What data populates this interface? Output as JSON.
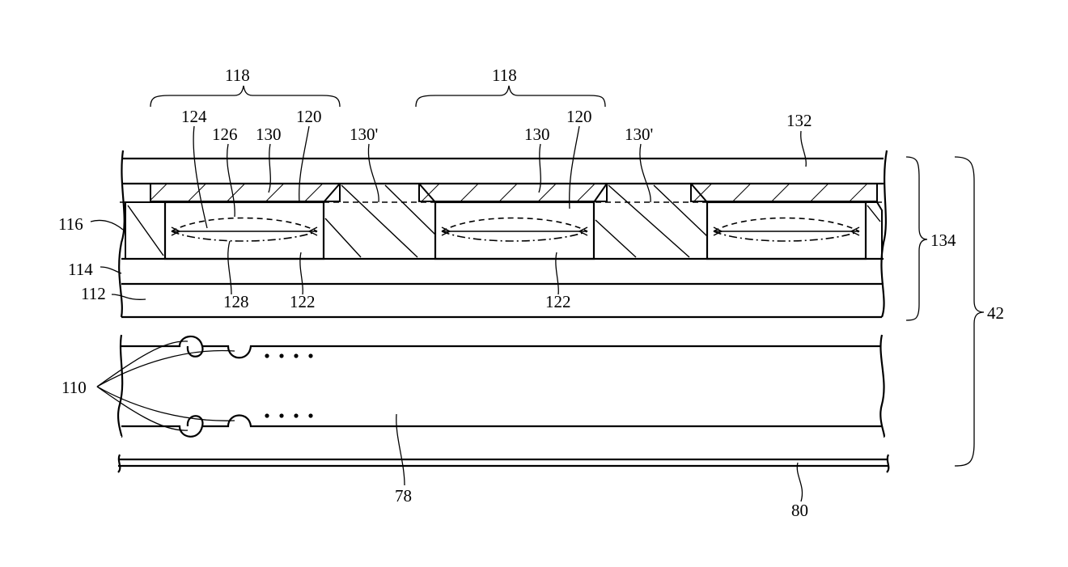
{
  "labels": {
    "l118a": "118",
    "l118b": "118",
    "l124": "124",
    "l126": "126",
    "l130a": "130",
    "l120a": "120",
    "l130pa": "130'",
    "l130b": "130",
    "l120b": "120",
    "l130pb": "130'",
    "l132": "132",
    "l116": "116",
    "l114": "114",
    "l112": "112",
    "l128": "128",
    "l122a": "122",
    "l122b": "122",
    "l134": "134",
    "l42": "42",
    "l110": "110",
    "l78": "78",
    "l80": "80"
  }
}
